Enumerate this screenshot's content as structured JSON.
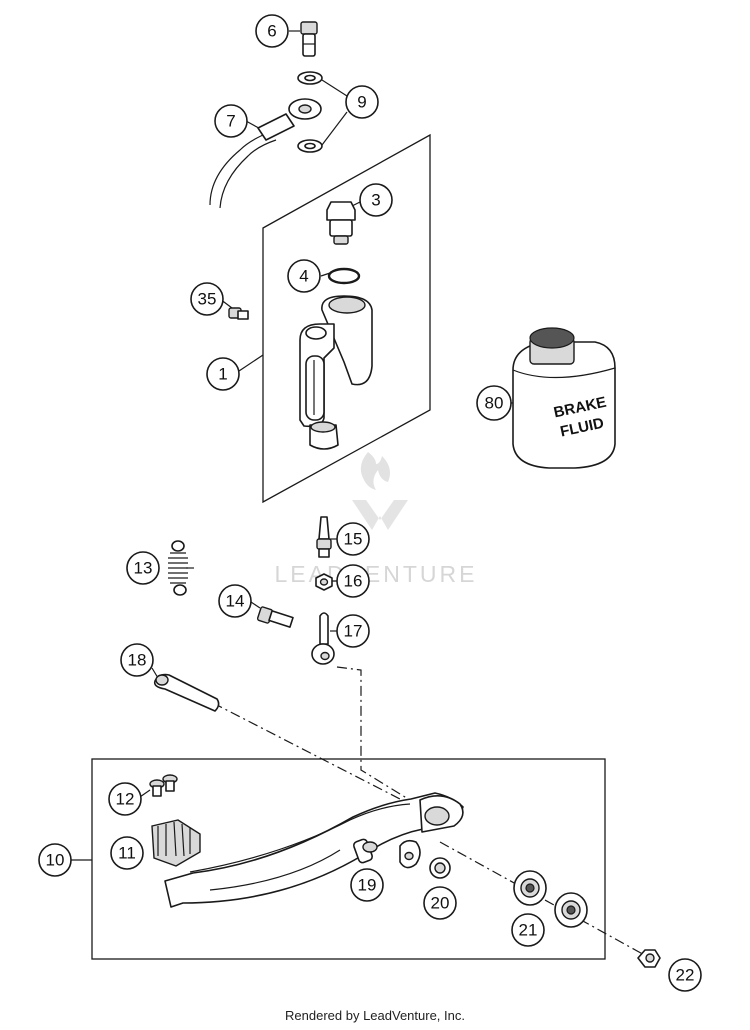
{
  "callouts": [
    {
      "id": "6",
      "label": "6"
    },
    {
      "id": "9",
      "label": "9"
    },
    {
      "id": "7",
      "label": "7"
    },
    {
      "id": "3",
      "label": "3"
    },
    {
      "id": "4",
      "label": "4"
    },
    {
      "id": "35",
      "label": "35"
    },
    {
      "id": "1",
      "label": "1"
    },
    {
      "id": "80",
      "label": "80"
    },
    {
      "id": "15",
      "label": "15"
    },
    {
      "id": "13",
      "label": "13"
    },
    {
      "id": "16",
      "label": "16"
    },
    {
      "id": "14",
      "label": "14"
    },
    {
      "id": "17",
      "label": "17"
    },
    {
      "id": "18",
      "label": "18"
    },
    {
      "id": "12",
      "label": "12"
    },
    {
      "id": "11",
      "label": "11"
    },
    {
      "id": "10",
      "label": "10"
    },
    {
      "id": "19",
      "label": "19"
    },
    {
      "id": "20",
      "label": "20"
    },
    {
      "id": "21",
      "label": "21"
    },
    {
      "id": "22",
      "label": "22"
    }
  ],
  "bottle_label": {
    "line1": "BRAKE",
    "line2": "FLUID"
  },
  "watermark": "LEADVENTURE",
  "footer": "Rendered by LeadVenture, Inc."
}
